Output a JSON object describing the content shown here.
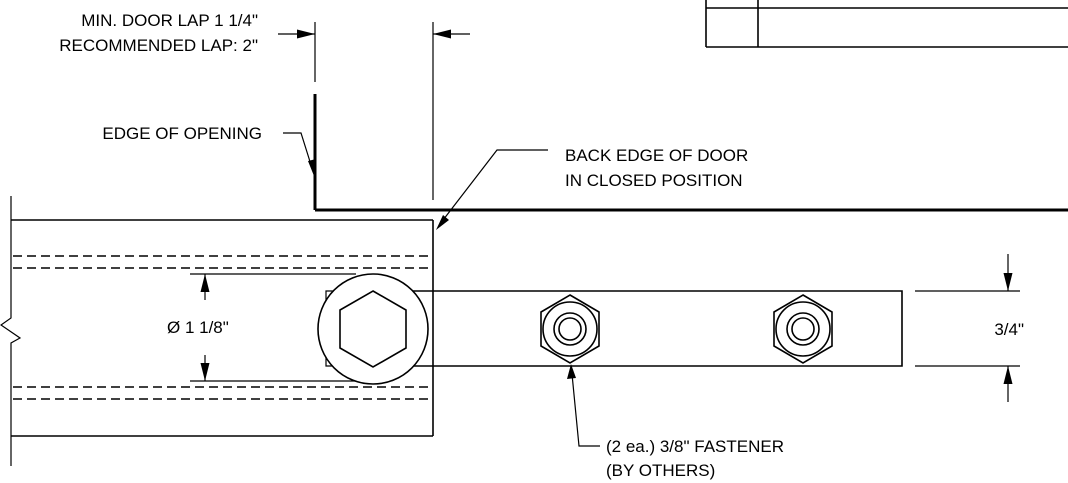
{
  "labels": {
    "door_lap_line1": "MIN. DOOR LAP 1 1/4\"",
    "door_lap_line2": "RECOMMENDED LAP: 2\"",
    "edge_of_opening": "EDGE OF OPENING",
    "back_edge_line1": "BACK EDGE OF DOOR",
    "back_edge_line2": "IN CLOSED POSITION",
    "diameter": "Ø 1 1/8\"",
    "height_dim": "3/4\"",
    "fastener_line1": "(2 ea.) 3/8\" FASTENER",
    "fastener_line2": "(BY OTHERS)"
  },
  "colors": {
    "line": "#000000",
    "background": "#ffffff"
  }
}
